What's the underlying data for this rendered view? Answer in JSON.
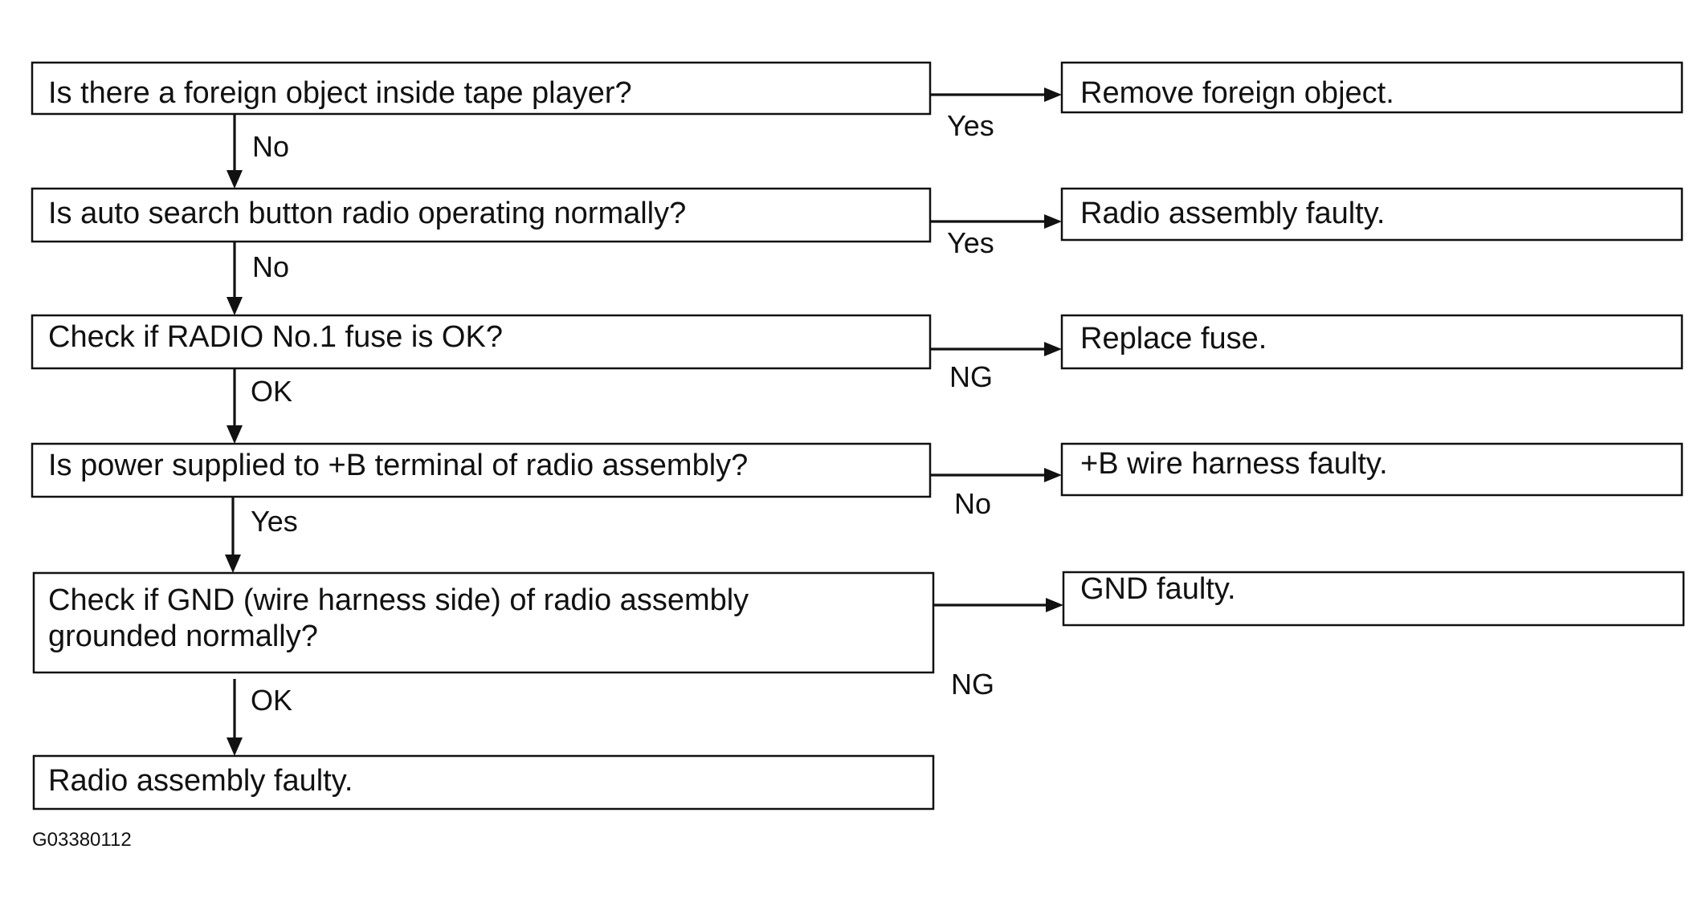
{
  "questions": [
    {
      "lines": [
        "Is there a foreign object inside tape player?"
      ]
    },
    {
      "lines": [
        "Is auto search button radio operating normally?"
      ]
    },
    {
      "lines": [
        "Check if RADIO No.1 fuse is OK?"
      ]
    },
    {
      "lines": [
        "Is power supplied to +B terminal of radio assembly?"
      ]
    },
    {
      "lines": [
        "Check if GND (wire harness side) of radio assembly",
        "grounded normally?"
      ]
    }
  ],
  "down_labels": [
    "No",
    "No",
    "OK",
    "Yes",
    "OK"
  ],
  "results": [
    {
      "text": "Remove foreign object.",
      "branch_label": "Yes"
    },
    {
      "text": "Radio assembly faulty.",
      "branch_label": "Yes"
    },
    {
      "text": "Replace fuse.",
      "branch_label": "NG"
    },
    {
      "text": "+B wire harness faulty.",
      "branch_label": "No"
    },
    {
      "text": "GND faulty.",
      "branch_label": "NG"
    }
  ],
  "final_result": "Radio assembly faulty.",
  "figure_id": "G03380112"
}
